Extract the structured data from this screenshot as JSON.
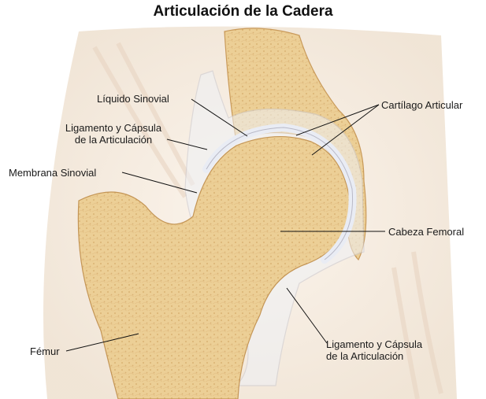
{
  "title": "Articulación de la Cadera",
  "labels": {
    "liquido_sinovial": "Líquido Sinovial",
    "ligamento_capsula_top_line1": "Ligamento y Cápsula",
    "ligamento_capsula_top_line2": "de la Articulación",
    "membrana_sinovial": "Membrana Sinovial",
    "cartilago_articular": "Cartílago Articular",
    "cabeza_femoral": "Cabeza Femoral",
    "femur": "Fémur",
    "ligamento_capsula_bottom_line1": "Ligamento y Cápsula",
    "ligamento_capsula_bottom_line2": "de la Articulación"
  },
  "colors": {
    "bone": "#eccf96",
    "bone_dark": "#d9b070",
    "cartilage": "#eef0f6",
    "tissue": "#f6ebdf",
    "leader": "#111111"
  }
}
